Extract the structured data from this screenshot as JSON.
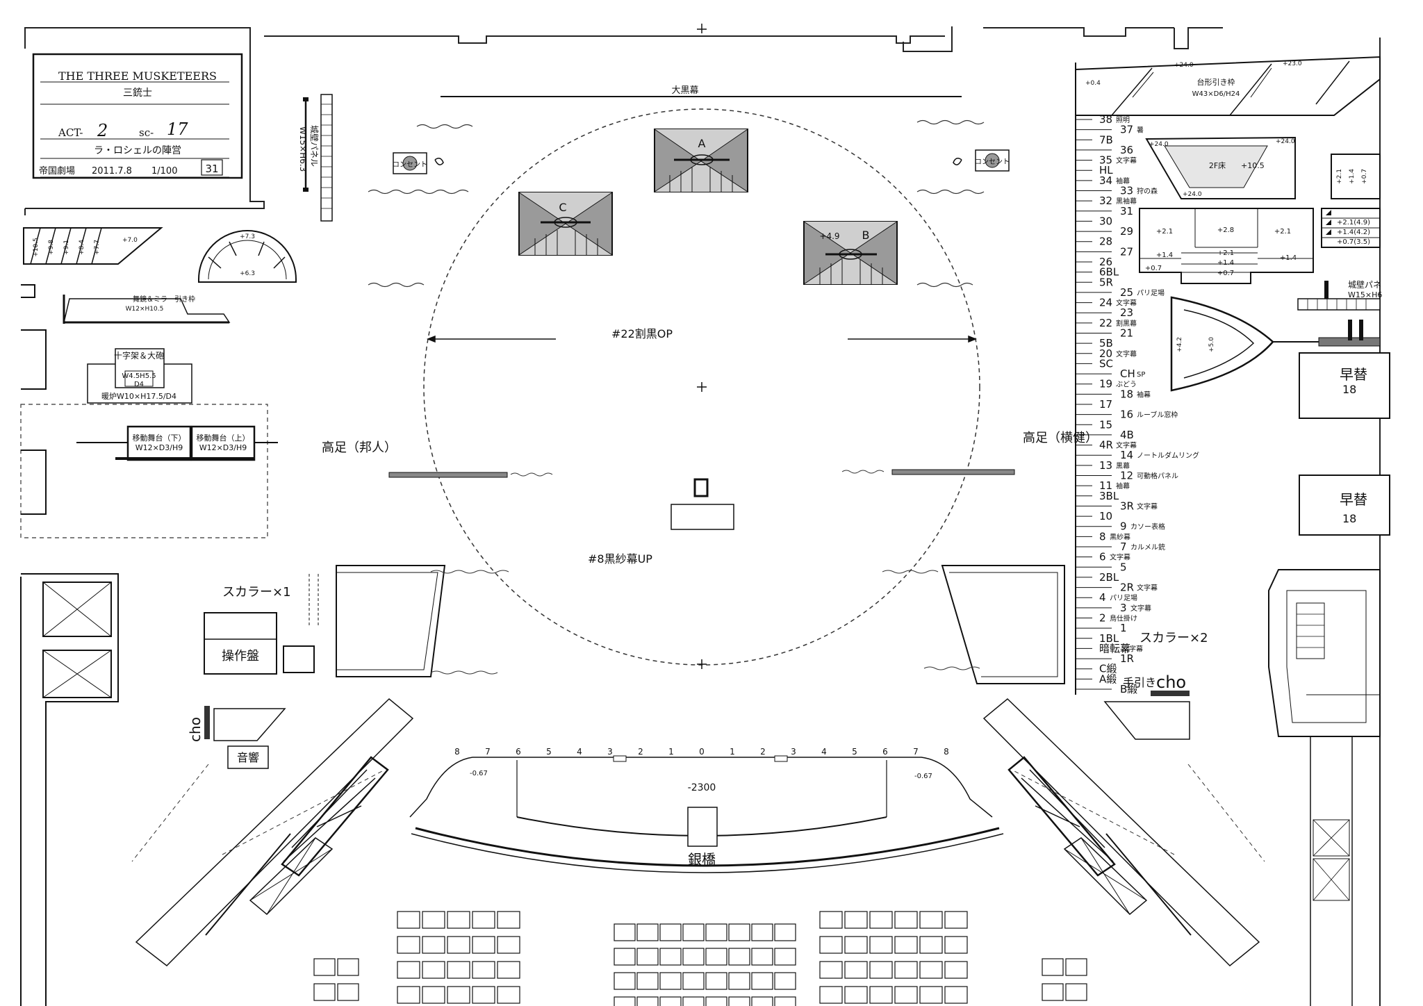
{
  "title_block": {
    "production": "THE THREE MUSKETEERS",
    "production_ja": "三銃士",
    "act_label": "ACT-",
    "act_value": "2",
    "scene_label": "sc-",
    "scene_value": "17",
    "scene_name": "ラ・ロシェルの陣営",
    "venue": "帝国劇場",
    "date": "2011.7.8",
    "scale": "1/100",
    "sheet_number": "31"
  },
  "stage": {
    "upstage_curtain": "大黒幕",
    "curtain_op": "#22割黒OP",
    "curtain_up": "#8黒紗幕UP",
    "platform_a": "A",
    "platform_b": "B",
    "platform_c": "C",
    "platform_b_height": "+4.9",
    "tall_left": "高足（邦人）",
    "tall_right": "高足（横健）",
    "silver_bridge": "銀橋",
    "pit_depth": "-2300",
    "pit_side_left": "-0.67",
    "pit_side_right": "-0.67",
    "pit_numbers": [
      "8",
      "7",
      "6",
      "5",
      "4",
      "3",
      "2",
      "1",
      "0",
      "1",
      "2",
      "3",
      "4",
      "5",
      "6",
      "7",
      "8"
    ],
    "concert_left": "コンセント",
    "concert_right": "コンセント",
    "castle_wall_left": "城壁パネル",
    "castle_wall_left_dims": "W15×H6.3"
  },
  "left_side": {
    "wagon_heights": [
      "+10.5",
      "+9.8",
      "+9.1",
      "+8.4",
      "+7.7"
    ],
    "wagon_top": "+7.0",
    "arch_top": "+7.3",
    "arch_bottom": "+6.3",
    "mirror_unit": "舞鏡＆ミラー引き枠",
    "mirror_dims": "W12×H10.5",
    "cross_unit": "十字架＆大砲",
    "cross_dims": "W4.5H5.5",
    "cross_depth": "D4",
    "fireplace": "暖炉W10×H17.5/D4",
    "moving_stage_lower": "移動舞台（下）",
    "moving_stage_lower_dims": "W12×D3/H9",
    "moving_stage_upper": "移動舞台（上）",
    "moving_stage_upper_dims": "W12×D3/H9",
    "scaler": "スカラー×1",
    "control_panel": "操作盤",
    "sound": "音響",
    "cho": "cho"
  },
  "right_side": {
    "trapezoid_wagon": "台形引き枠",
    "trapezoid_dims": "W43×D6/H24",
    "trapezoid_heights": [
      "+24.0",
      "+23.0",
      "+0.4"
    ],
    "second_floor": "2F床",
    "second_floor_height": "+10.5",
    "second_floor_corners": [
      "+24.0",
      "+24.0",
      "+24.0"
    ],
    "steps_heights": [
      "+2.1",
      "+2.8",
      "+2.1",
      "+1.4",
      "+2.1",
      "+1.4",
      "+1.4",
      "+0.7",
      "+0.7"
    ],
    "stair_unit_heights": [
      "+2.1",
      "+1.4",
      "+0.7"
    ],
    "stair_unit_labels": [
      "+2.1(4.9)",
      "+1.4(4.2)",
      "+0.7(3.5)"
    ],
    "castle_wall": "城壁パネ",
    "castle_wall_dims": "W15×H6",
    "boat_heights": [
      "+4.2",
      "+5.0"
    ],
    "quick_change_upper": "早替",
    "quick_change_upper_no": "18",
    "quick_change_lower": "早替",
    "quick_change_lower_no": "18",
    "scaler": "スカラー×2",
    "tebiki": "手引き",
    "cho": "cho"
  },
  "fly_rail": [
    {
      "no": "38",
      "label": "照明"
    },
    {
      "no": "37",
      "label": "暑",
      "right": true
    },
    {
      "no": "7B",
      "label": ""
    },
    {
      "no": "36",
      "label": "",
      "right": true
    },
    {
      "no": "35",
      "label": "文字幕"
    },
    {
      "no": "HL",
      "label": ""
    },
    {
      "no": "34",
      "label": "袖幕"
    },
    {
      "no": "33",
      "label": "狩の森",
      "right": true
    },
    {
      "no": "32",
      "label": "黒袖幕"
    },
    {
      "no": "31",
      "label": "",
      "right": true
    },
    {
      "no": "30",
      "label": ""
    },
    {
      "no": "29",
      "label": "",
      "right": true
    },
    {
      "no": "28",
      "label": ""
    },
    {
      "no": "27",
      "label": "",
      "right": true
    },
    {
      "no": "26",
      "label": ""
    },
    {
      "no": "6BL",
      "label": ""
    },
    {
      "no": "5R",
      "label": ""
    },
    {
      "no": "25",
      "label": "パリ足場",
      "right": true
    },
    {
      "no": "24",
      "label": "文字幕"
    },
    {
      "no": "23",
      "label": "",
      "right": true
    },
    {
      "no": "22",
      "label": "割黒幕"
    },
    {
      "no": "21",
      "label": "",
      "right": true
    },
    {
      "no": "5B",
      "label": ""
    },
    {
      "no": "20",
      "label": "文字幕"
    },
    {
      "no": "SC",
      "label": ""
    },
    {
      "no": "CH",
      "label": "SP",
      "right": true
    },
    {
      "no": "19",
      "label": "ぶどう"
    },
    {
      "no": "18",
      "label": "袖幕",
      "right": true
    },
    {
      "no": "17",
      "label": ""
    },
    {
      "no": "16",
      "label": "ルーブル窓枠",
      "right": true
    },
    {
      "no": "15",
      "label": ""
    },
    {
      "no": "4B",
      "label": "",
      "right": true
    },
    {
      "no": "4R",
      "label": "文字幕"
    },
    {
      "no": "14",
      "label": "ノートルダムリング",
      "right": true
    },
    {
      "no": "13",
      "label": "黒幕"
    },
    {
      "no": "12",
      "label": "可動格パネル",
      "right": true
    },
    {
      "no": "11",
      "label": "袖幕"
    },
    {
      "no": "3BL",
      "label": ""
    },
    {
      "no": "3R",
      "label": "文字幕",
      "right": true
    },
    {
      "no": "10",
      "label": ""
    },
    {
      "no": "9",
      "label": "カソー表格",
      "right": true
    },
    {
      "no": "8",
      "label": "黒紗幕"
    },
    {
      "no": "7",
      "label": "カルメル銃",
      "right": true
    },
    {
      "no": "6",
      "label": "文字幕"
    },
    {
      "no": "5",
      "label": "",
      "right": true
    },
    {
      "no": "2BL",
      "label": ""
    },
    {
      "no": "2R",
      "label": "文字幕",
      "right": true
    },
    {
      "no": "4",
      "label": "パリ足場"
    },
    {
      "no": "3",
      "label": "文字幕",
      "right": true
    },
    {
      "no": "2",
      "label": "鳥仕掛け"
    },
    {
      "no": "1",
      "label": "",
      "right": true
    },
    {
      "no": "1BL",
      "label": ""
    },
    {
      "no": "暗転幕",
      "label": "文字幕"
    },
    {
      "no": "1R",
      "label": "",
      "right": true
    },
    {
      "no": "C緞",
      "label": ""
    },
    {
      "no": "A緞",
      "label": ""
    },
    {
      "no": "B緞",
      "label": "",
      "right": true
    }
  ]
}
